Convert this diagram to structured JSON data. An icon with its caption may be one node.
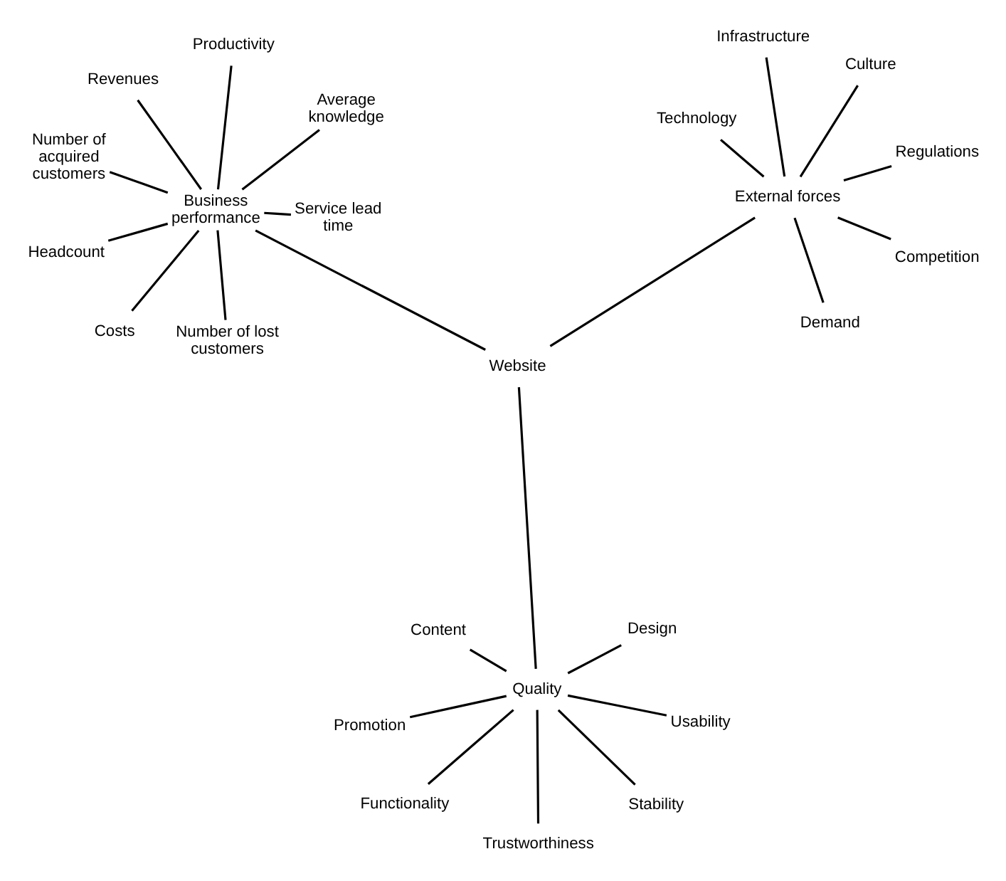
{
  "diagram": {
    "nodes": [
      {
        "text": [
          "Functionality"
        ]
      },
      {
        "text": [
          "Usability"
        ]
      },
      {
        "text": [
          "Trustworthiness"
        ]
      },
      {
        "text": [
          "Content"
        ]
      },
      {
        "text": [
          "Design"
        ]
      },
      {
        "text": [
          "Promotion"
        ]
      },
      {
        "text": [
          "Quality"
        ]
      },
      {
        "text": [
          "Stability"
        ]
      },
      {
        "text": [
          "Website"
        ]
      },
      {
        "text": [
          "Number of lost customers"
        ]
      },
      {
        "text": [
          "Demand"
        ]
      },
      {
        "text": [
          "Number of acquired customers"
        ]
      },
      {
        "text": [
          "Competition"
        ]
      },
      {
        "text": [
          "Average knowledge"
        ]
      },
      {
        "text": [
          "Business performance"
        ]
      },
      {
        "text": [
          "External forces"
        ]
      },
      {
        "text": [
          "Service lead time"
        ]
      },
      {
        "text": [
          "Infrastructure"
        ]
      },
      {
        "text": [
          "Revenues"
        ]
      },
      {
        "text": [
          "Technology"
        ]
      },
      {
        "text": [
          "Costs"
        ]
      },
      {
        "text": [
          "Headcount"
        ]
      },
      {
        "text": [
          "Regulations"
        ]
      },
      {
        "text": [
          "Productivity"
        ]
      },
      {
        "text": [
          "Culture"
        ]
      }
    ],
    "edges": [
      {
        "from": 6,
        "to": 0,
        "arrow": "none"
      },
      {
        "from": 6,
        "to": 1,
        "arrow": "none"
      },
      {
        "from": 6,
        "to": 2,
        "arrow": "none"
      },
      {
        "from": 6,
        "to": 3,
        "arrow": "none"
      },
      {
        "from": 6,
        "to": 4,
        "arrow": "none"
      },
      {
        "from": 6,
        "to": 5,
        "arrow": "none"
      },
      {
        "from": 6,
        "to": 7,
        "arrow": "none"
      },
      {
        "from": 8,
        "to": 6,
        "arrow": "none"
      },
      {
        "from": 8,
        "to": 14,
        "arrow": "none"
      },
      {
        "from": 8,
        "to": 15,
        "arrow": "none"
      },
      {
        "from": 14,
        "to": 9,
        "arrow": "none"
      },
      {
        "from": 14,
        "to": 11,
        "arrow": "none"
      },
      {
        "from": 14,
        "to": 13,
        "arrow": "none"
      },
      {
        "from": 14,
        "to": 16,
        "arrow": "none"
      },
      {
        "from": 14,
        "to": 18,
        "arrow": "none"
      },
      {
        "from": 14,
        "to": 20,
        "arrow": "none"
      },
      {
        "from": 14,
        "to": 23,
        "arrow": "none"
      },
      {
        "from": 14,
        "to": 21,
        "arrow": "none"
      },
      {
        "from": 15,
        "to": 10,
        "arrow": "none"
      },
      {
        "from": 15,
        "to": 12,
        "arrow": "none"
      },
      {
        "from": 15,
        "to": 17,
        "arrow": "none"
      },
      {
        "from": 15,
        "to": 19,
        "arrow": "none"
      },
      {
        "from": 15,
        "to": 24,
        "arrow": "none"
      },
      {
        "from": 15,
        "to": 22,
        "arrow": "none"
      }
    ]
  }
}
